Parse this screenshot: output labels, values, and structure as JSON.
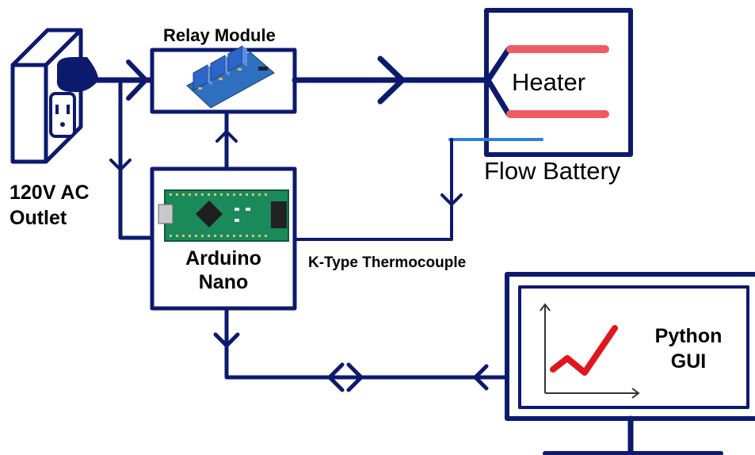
{
  "labels": {
    "relay_module": "Relay Module",
    "outlet_line1": "120V AC",
    "outlet_line2": "Outlet",
    "heater": "Heater",
    "flow_battery": "Flow Battery",
    "arduino_line1": "Arduino",
    "arduino_line2": "Nano",
    "thermocouple": "K-Type Thermocouple",
    "python_line1": "Python",
    "python_line2": "GUI"
  },
  "colors": {
    "line": "#0c1a6e",
    "heater_coil": "#ef5b62",
    "thermocouple_wire": "#2f7fd8",
    "relay_board": "#2f6fbf",
    "arduino_board": "#1a8a5a",
    "graph_line": "#e0161c"
  },
  "icons": {
    "outlet": "power-outlet-icon",
    "relay": "relay-board-image",
    "arduino": "arduino-nano-image",
    "graph": "line-graph-icon"
  }
}
